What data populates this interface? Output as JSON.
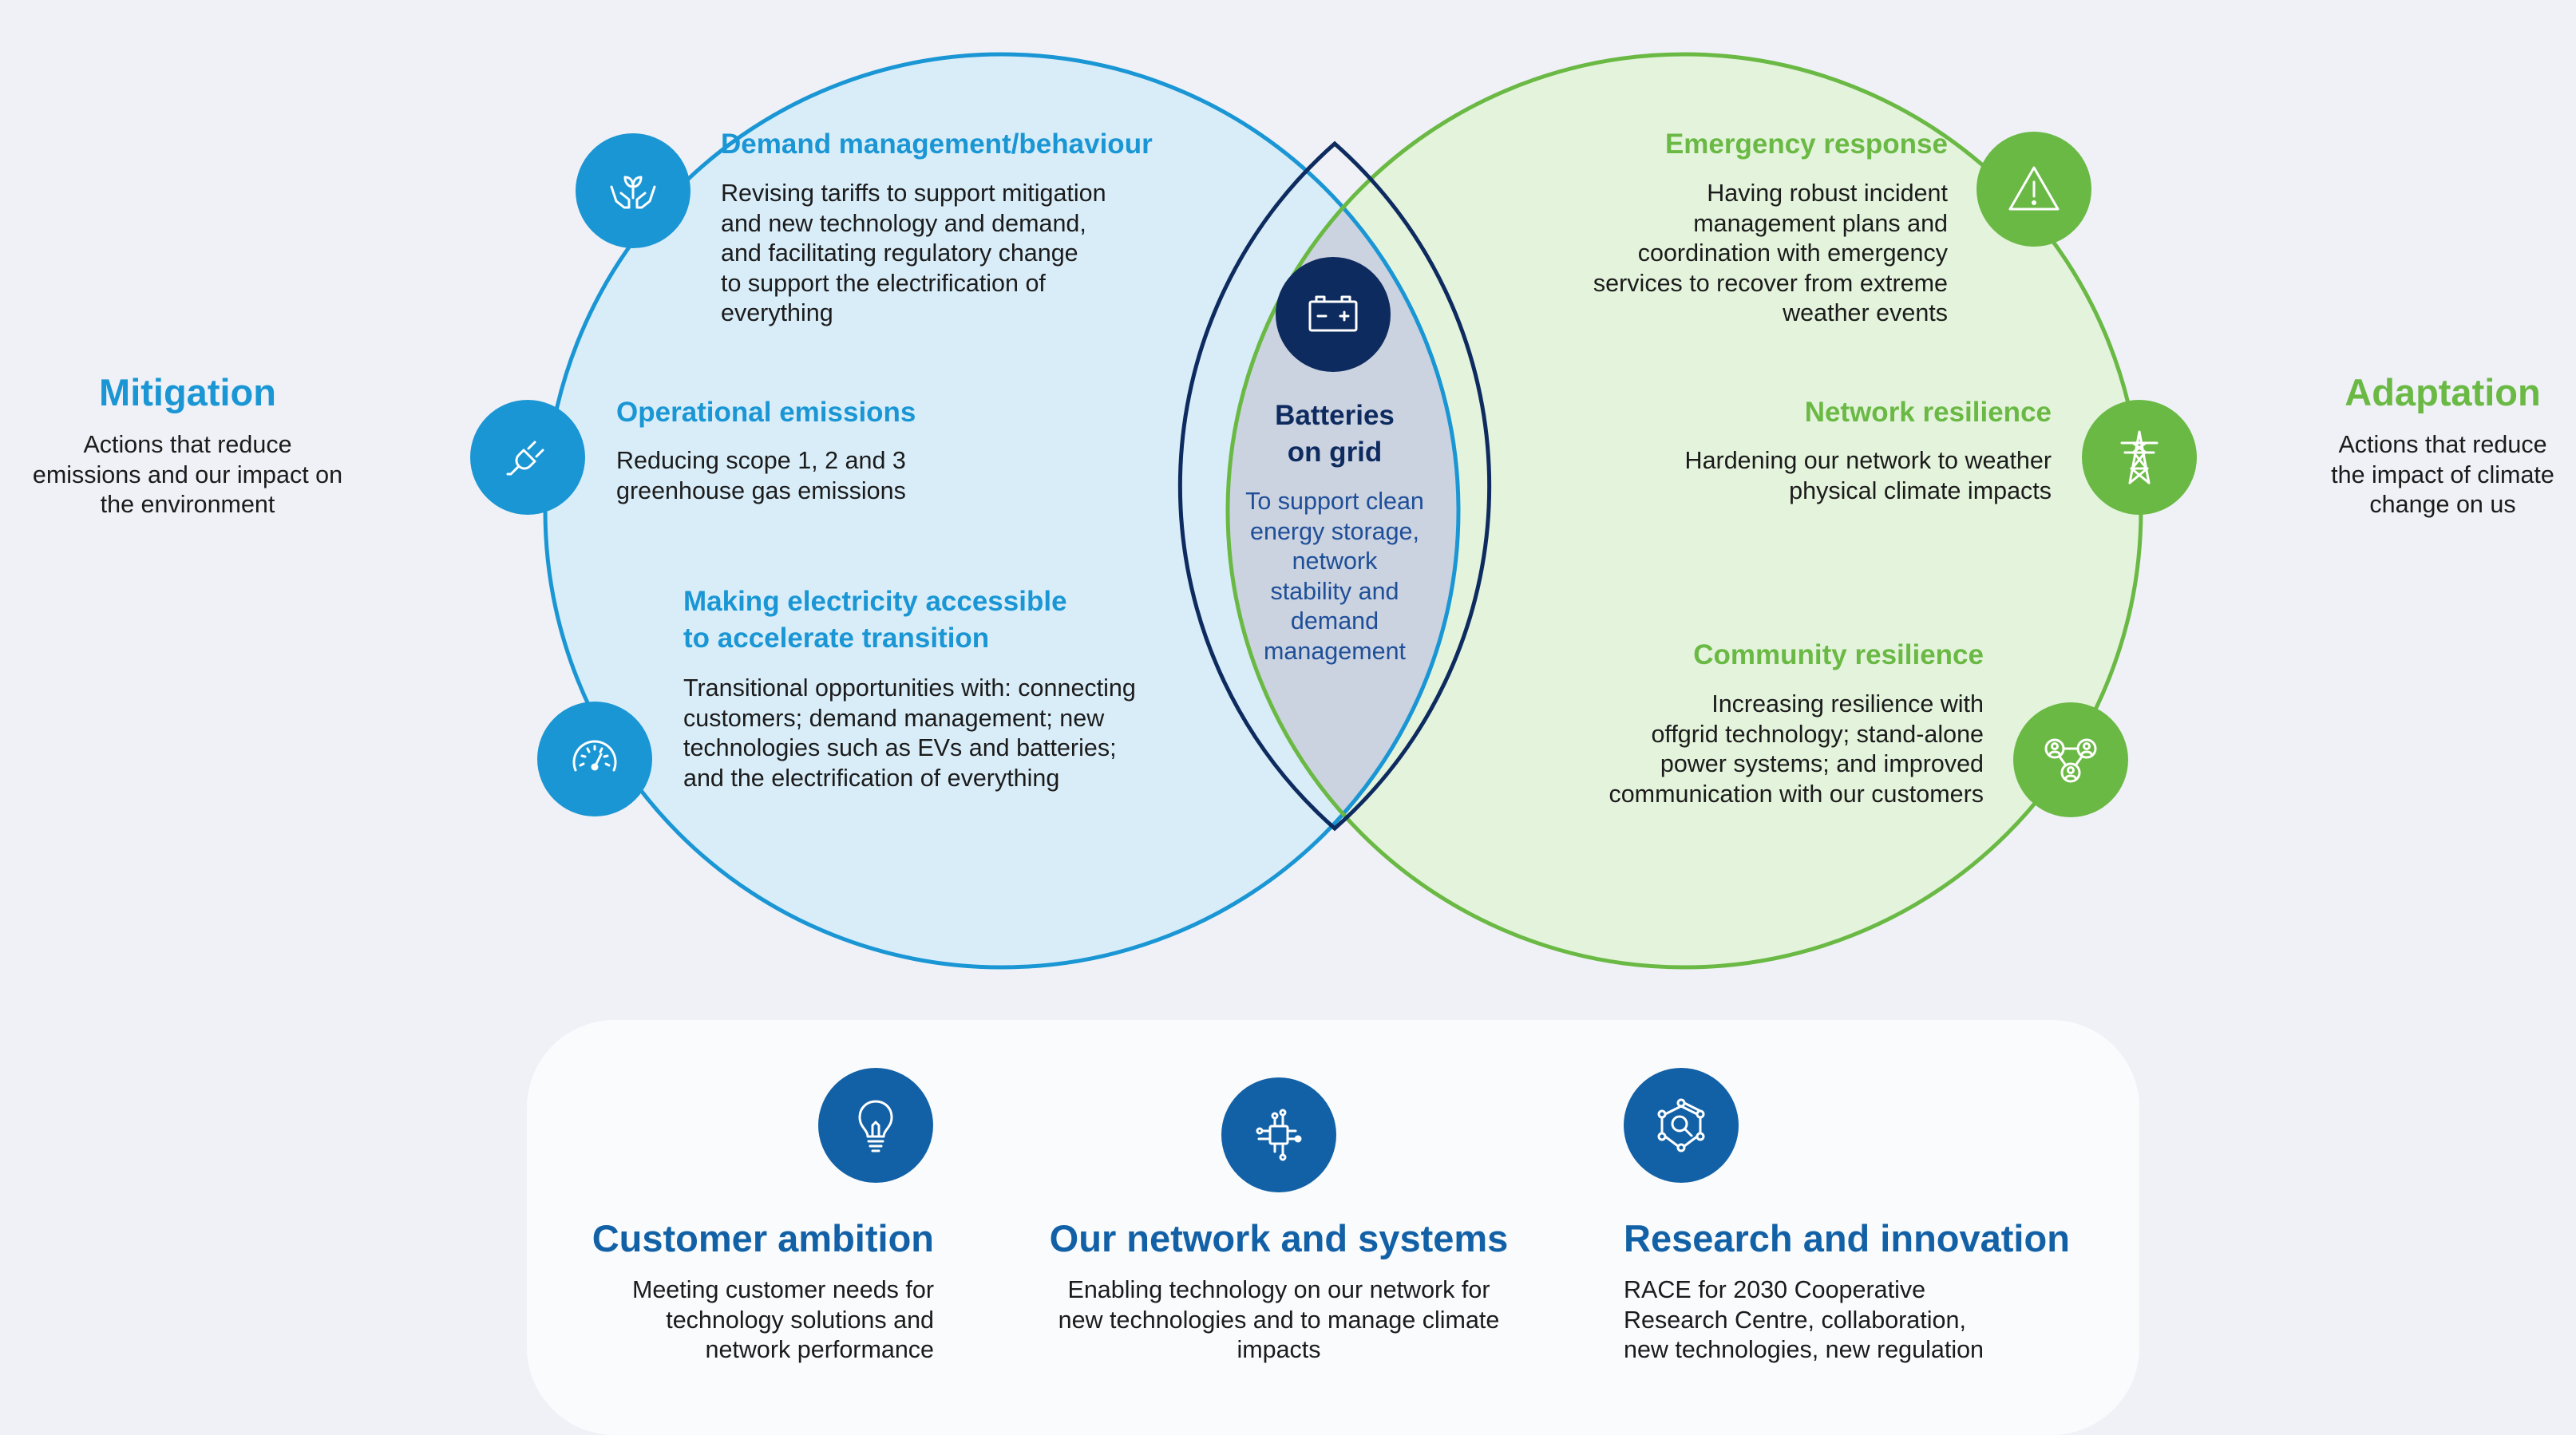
{
  "colors": {
    "mitigation_blue": "#1a96d4",
    "adaptation_green": "#6ab944",
    "overlap_navy": "#0e2b5f",
    "card_blue": "#1261a6",
    "left_circle_fill": "#d9edf9",
    "right_circle_fill": "#e4f3dc",
    "overlap_fill": "#cbd2e0"
  },
  "mitigation": {
    "heading": "Mitigation",
    "description": [
      "Actions that reduce",
      "emissions and our impact on",
      "the environment"
    ]
  },
  "adaptation": {
    "heading": "Adaptation",
    "description": [
      "Actions that reduce",
      "the impact of climate",
      "change on us"
    ]
  },
  "mitigation_items": [
    {
      "icon": "hands-plant-icon",
      "title": [
        "Demand management/behaviour"
      ],
      "body": [
        "Revising tariffs to support mitigation",
        "and new technology and demand,",
        "and facilitating regulatory change",
        "to support the electrification of",
        "everything"
      ]
    },
    {
      "icon": "plug-icon",
      "title": [
        "Operational emissions"
      ],
      "body": [
        "Reducing scope 1, 2 and 3",
        "greenhouse gas emissions"
      ]
    },
    {
      "icon": "speedometer-icon",
      "title": [
        "Making electricity accessible",
        "to accelerate transition"
      ],
      "body": [
        "Transitional opportunities with: connecting",
        "customers; demand management; new",
        "technologies such as EVs and batteries;",
        "and the electrification of everything"
      ]
    }
  ],
  "adaptation_items": [
    {
      "icon": "warning-triangle-icon",
      "title": [
        "Emergency response"
      ],
      "body": [
        "Having robust incident",
        "management plans and",
        "coordination with emergency",
        "services to recover from extreme",
        "weather events"
      ]
    },
    {
      "icon": "transmission-tower-icon",
      "title": [
        "Network resilience"
      ],
      "body": [
        "Hardening our network to weather",
        "physical climate impacts"
      ]
    },
    {
      "icon": "community-icon",
      "title": [
        "Community resilience"
      ],
      "body": [
        "Increasing resilience with",
        "offgrid technology; stand-alone",
        "power systems; and improved",
        "communication with our customers"
      ]
    }
  ],
  "overlap": {
    "icon": "battery-icon",
    "title": [
      "Batteries",
      "on grid"
    ],
    "body": [
      "To support clean",
      "energy storage,",
      "network",
      "stability and",
      "demand",
      "management"
    ]
  },
  "pillars": [
    {
      "icon": "lightbulb-icon",
      "title": "Customer ambition",
      "body": [
        "Meeting customer needs for",
        "technology solutions and",
        "network performance"
      ]
    },
    {
      "icon": "circuit-chip-icon",
      "title": "Our network and systems",
      "body": [
        "Enabling technology on our network for",
        "new technologies and to manage climate",
        "impacts"
      ]
    },
    {
      "icon": "research-network-icon",
      "title": "Research and innovation",
      "body": [
        "RACE for 2030 Cooperative",
        "Research Centre, collaboration,",
        "new technologies, new regulation"
      ]
    }
  ]
}
